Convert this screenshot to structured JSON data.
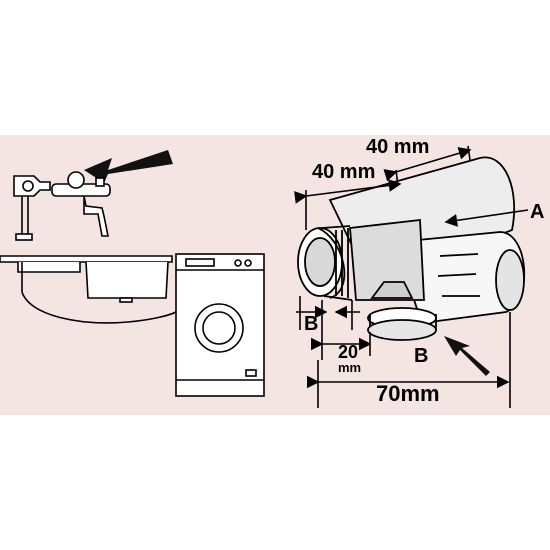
{
  "diagram": {
    "background": "#ffffff",
    "panel_color": "#f4e5e3",
    "stroke_color": "#000000",
    "labels": {
      "top_dim_1": "40 mm",
      "top_dim_2": "40 mm",
      "port_a": "A",
      "port_b_left": "B",
      "port_b_right": "B",
      "dim_20": "20",
      "dim_20_unit": "mm",
      "dim_70": "70mm"
    },
    "icons": [
      "arrow-icon",
      "faucet-icon",
      "sink-icon",
      "washing-machine-icon",
      "t-valve-icon"
    ]
  }
}
